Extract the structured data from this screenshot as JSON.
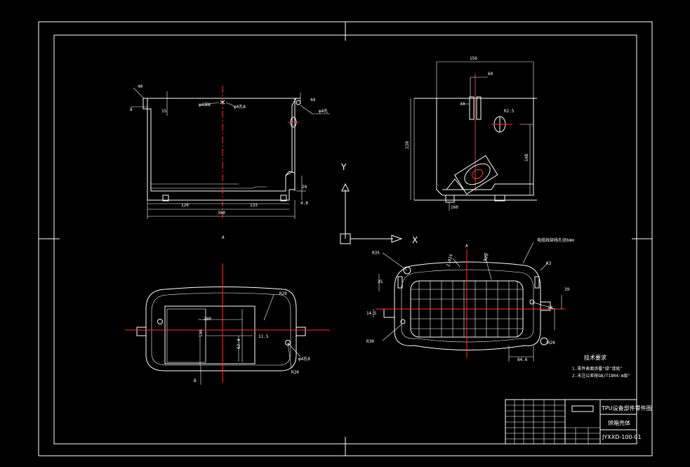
{
  "drawing": {
    "background": "#000000",
    "line_color": "#ffffff",
    "centerline_color": "#ff3030",
    "axis_labels": {
      "x": "X",
      "y": "Y"
    },
    "front_view": {
      "dims": {
        "top_left_offset": "40",
        "left_small": "8",
        "left_step": "15",
        "top_right": "44",
        "bottom_left": "120",
        "bottom_right": "133",
        "overall_width": "300",
        "right_h1": "20",
        "right_h2": "4.8",
        "center_mark": "A"
      },
      "callouts": {
        "left": "φ4深8",
        "mid": "φ4孔8",
        "right": "φ4孔"
      }
    },
    "side_view": {
      "dims": {
        "top_width": "156",
        "top_offset": "60",
        "height": "220",
        "right_h": "148",
        "circle": "R2.5",
        "base": "160",
        "slot": "40"
      }
    },
    "top_view": {
      "dims": {
        "inner_w": "280",
        "inner_h": "196",
        "right_h": "62.4",
        "slot": "11.5",
        "corner_r1": "R20",
        "corner_r2": "R20"
      },
      "callouts": {
        "hole": "φ4孔8",
        "section": "B"
      }
    },
    "bottom_view": {
      "dims": {
        "top_left": "R35",
        "top_a": "2.024",
        "top_b": "R20",
        "top_right": "R3",
        "left_a": "35",
        "left_b": "14.5",
        "right_a": "39",
        "right_b": "18",
        "bottom_left": "R30",
        "bottom_dim": "84.6",
        "bottom_right": "R20",
        "section": "A"
      },
      "callout_top": "电缆线穿线孔径6mm"
    },
    "notes": {
      "title": "技术要求",
      "line1": "1.零件表面涂覆\"绿\"漆底\"",
      "line2": "2.未注公差按GB/T1804-m级\""
    },
    "title_block": {
      "name_line1": "TPU设备部件零件图",
      "name_line2": "烘箱壳体",
      "drawing_no": "JYXXD-100-01",
      "logo": ""
    }
  }
}
